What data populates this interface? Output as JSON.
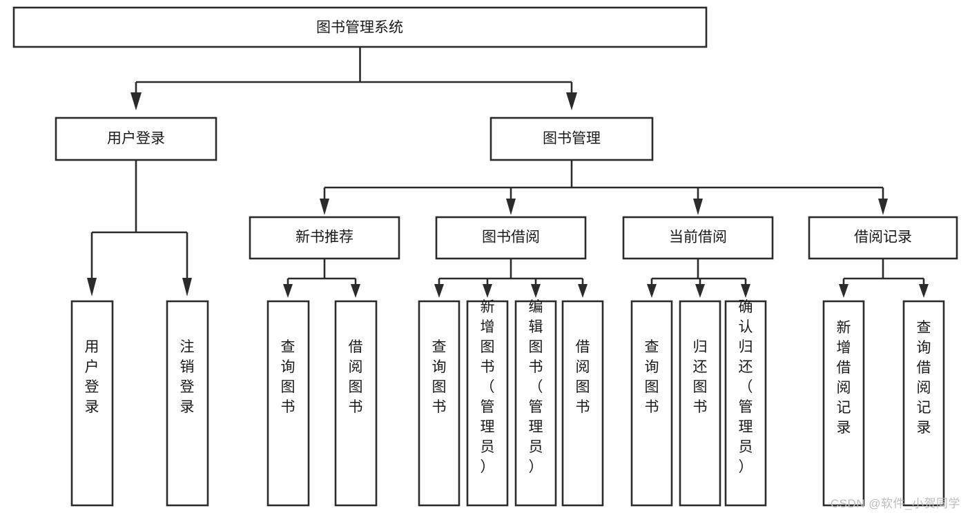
{
  "diagram": {
    "title": "图书管理系统",
    "type": "tree",
    "watermark": "CSDN @软件_小贺同学",
    "colors": {
      "stroke": "#2b2b2b",
      "fill": "#ffffff",
      "text": "#1a1a1a",
      "watermark": "#bdbdbd",
      "background": "#ffffff"
    },
    "nodes": {
      "root": {
        "label": "图书管理系统"
      },
      "level2": [
        {
          "id": "user-login",
          "label": "用户登录"
        },
        {
          "id": "book-manage",
          "label": "图书管理"
        }
      ],
      "level3": [
        {
          "id": "new-book-recommend",
          "label": "新书推荐"
        },
        {
          "id": "book-borrow",
          "label": "图书借阅"
        },
        {
          "id": "current-borrow",
          "label": "当前借阅"
        },
        {
          "id": "borrow-record",
          "label": "借阅记录"
        }
      ],
      "leaves": {
        "user-login": [
          {
            "id": "leaf-user-login",
            "label": "用户登录"
          },
          {
            "id": "leaf-logout-login",
            "label": "注销登录"
          }
        ],
        "new-book-recommend": [
          {
            "id": "leaf-query-book-1",
            "label": "查询图书"
          },
          {
            "id": "leaf-borrow-book-1",
            "label": "借阅图书"
          }
        ],
        "book-borrow": [
          {
            "id": "leaf-query-book-2",
            "label": "查询图书"
          },
          {
            "id": "leaf-add-book",
            "label": "新增图书（管理员）"
          },
          {
            "id": "leaf-edit-book",
            "label": "编辑图书（管理员）"
          },
          {
            "id": "leaf-borrow-book-2",
            "label": "借阅图书"
          }
        ],
        "current-borrow": [
          {
            "id": "leaf-query-book-3",
            "label": "查询图书"
          },
          {
            "id": "leaf-return-book",
            "label": "归还图书"
          },
          {
            "id": "leaf-confirm-return",
            "label": "确认归还（管理员）"
          }
        ],
        "borrow-record": [
          {
            "id": "leaf-add-record",
            "label": "新增借阅记录"
          },
          {
            "id": "leaf-query-record",
            "label": "查询借阅记录"
          }
        ]
      }
    }
  }
}
